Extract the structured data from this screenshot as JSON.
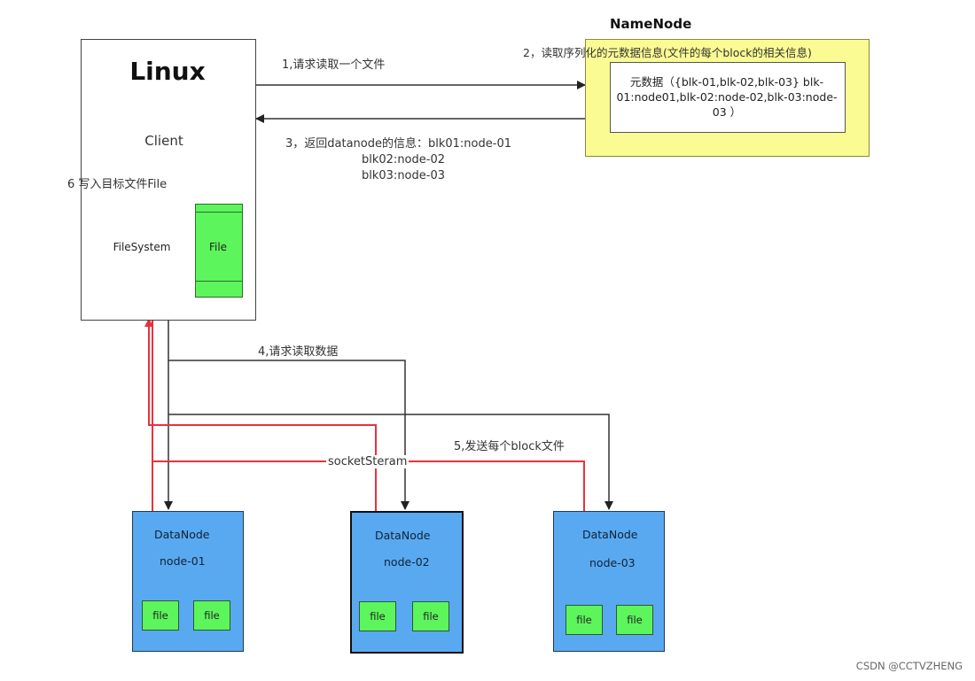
{
  "linux": {
    "title": "Linux",
    "client": "Client",
    "write_step": "6  写入目标文件File",
    "filesystem": "FileSystem",
    "file": "File"
  },
  "namenode": {
    "title": "NameNode",
    "metadata": "元数据（{blk-01,blk-02,blk-03} blk-01:node01,blk-02:node-02,blk-03:node-03 ）"
  },
  "steps": {
    "step1": "1,请求读取一个文件",
    "step2": "2，读取序列化的元数据信息(文件的每个block的相关信息)",
    "step3_line1": "3，返回datanode的信息：blk01:node-01",
    "step3_line2": "blk02:node-02",
    "step3_line3": "blk03:node-03",
    "step4": "4,请求读取数据",
    "step5": "5,发送每个block文件",
    "socket": "socketSteram"
  },
  "datanodes": [
    {
      "title": "DataNode",
      "node": "node-01",
      "files": [
        "file",
        "file"
      ]
    },
    {
      "title": "DataNode",
      "node": "node-02",
      "files": [
        "file",
        "file"
      ]
    },
    {
      "title": "DataNode",
      "node": "node-03",
      "files": [
        "file",
        "file"
      ]
    }
  ],
  "watermark": "CSDN @CCTVZHENG",
  "colors": {
    "namenode_bg": "#fbfb94",
    "datanode_bg": "#59a9f1",
    "file_green": "#5cf55c",
    "red_flow": "#e8323c"
  }
}
